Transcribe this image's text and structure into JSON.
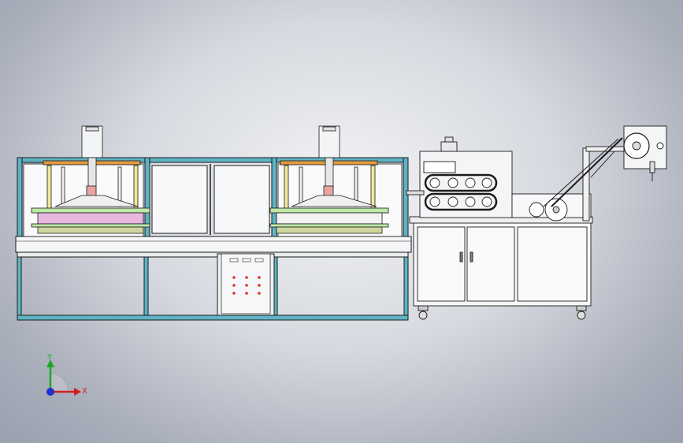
{
  "scene": {
    "type": "cad-assembly-view",
    "background_color": "#c9ccd3",
    "frame_color": "#5fb3c4",
    "line_color": "#1b1b1b"
  },
  "triad": {
    "x_label": "X",
    "y_label": "Y",
    "x_color": "#d11f1f",
    "y_color": "#1fa81f",
    "z_color": "#1f2fd1"
  }
}
